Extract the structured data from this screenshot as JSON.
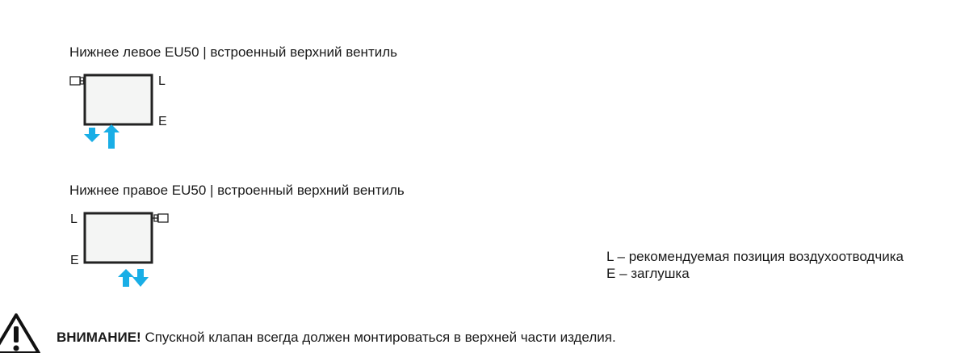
{
  "variants": [
    {
      "title": "Нижнее левое EU50 | встроенный верхний вентиль",
      "label_top": "L",
      "label_bottom": "E"
    },
    {
      "title": "Нижнее правое EU50 | встроенный верхний вентиль",
      "label_top": "L",
      "label_bottom": "E"
    }
  ],
  "legend": {
    "l_key": "L",
    "l_text": " – рекомендуемая позиция воздухоотводчика",
    "e_key": "E",
    "e_text": " – заглушка"
  },
  "warning": {
    "label": "ВНИМАНИЕ!",
    "text": " Спускной клапан всегда должен монтироваться в верхней части изделия.",
    "icon": "warning-triangle-icon"
  },
  "colors": {
    "arrow": "#19aee6",
    "radiator_border": "#222222",
    "radiator_fill": "#f4f5f4"
  }
}
